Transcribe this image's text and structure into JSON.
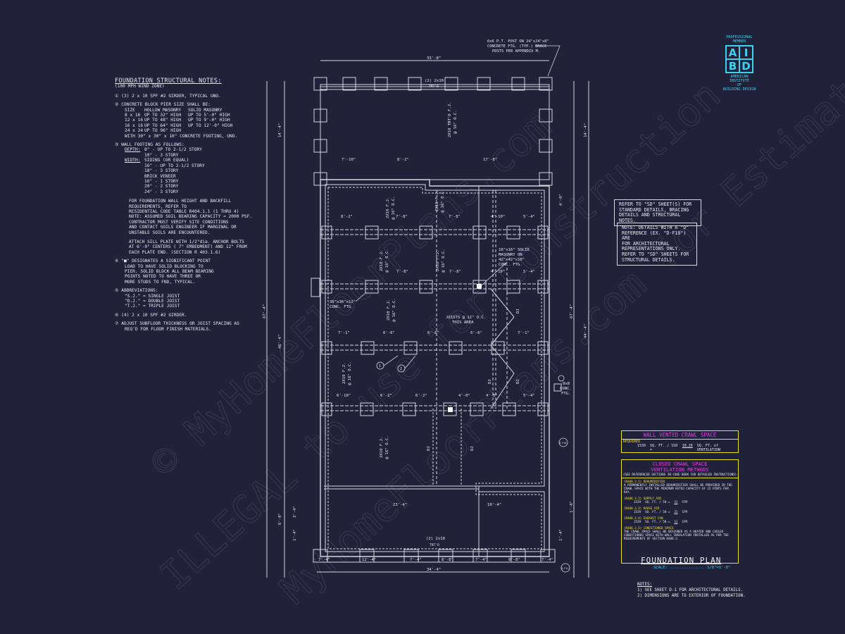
{
  "notes": {
    "title": "FOUNDATION STRUCTURAL NOTES:",
    "subtitle": "(100 MPH WIND ZONE)",
    "n1": "(3) 2 x 10 SPF #2 GIRDER, TYPICAL UNO.",
    "n2": "CONCRETE BLOCK PIER SIZE SHALL BE:",
    "pier_head": [
      "SIZE",
      "HOLLOW MASONRY",
      "SOLID MASONRY"
    ],
    "pier_rows": [
      [
        "8 x 16",
        "UP TO 32\" HIGH",
        "UP TO 5'-0\" HIGH"
      ],
      [
        "12 x 16",
        "UP TO 48\" HIGH",
        "UP TO 9'-0\" HIGH"
      ],
      [
        "16 x 16",
        "UP TO 64\" HIGH",
        "UP TO 12'-0\" HIGH"
      ],
      [
        "24 x 24",
        "UP TO 96\" HIGH",
        ""
      ]
    ],
    "pier_note": "WITH 30\" x 30\" x 10\" CONCRETE FOOTING, UNO.",
    "n3": "WALL FOOTING AS FOLLOWS:",
    "depth_label": "DEPTH:",
    "depth_1": "8\" - UP TO 2-1/2 STORY",
    "depth_2": "10\" - 3 STORY",
    "width_label": "WIDTH:",
    "width_lines": [
      "SIDING (OR EQUAL)",
      "16\" - UP TO 2-1/2 STORY",
      "18\" - 3 STORY",
      "BRICK VENEER",
      "16\" - 1 STORY",
      "20\" - 2 STORY",
      "24\" - 3 STORY"
    ],
    "backfill": [
      "FOR FOUNDATION WALL HEIGHT AND BACKFILL",
      "REQUIREMENTS, REFER TO",
      "RESIDENTIAL CODE TABLE R404.1.1 (1 THRU 4)",
      "NOTE: ASSUMED SOIL BEARING CAPACITY = 2000 PSF.",
      "CONTRACTOR MUST VERIFY SITE CONDITIONS",
      "AND CONTACT SOILS ENGINEER IF MARGINAL OR",
      "UNSTABLE SOILS ARE ENCOUNTERED."
    ],
    "sill": [
      "ATTACH SILL PLATE WITH 1/2\"dia. ANCHOR BOLTS",
      "AT 6'-0\" CENTERS ( 7\" EMBEDMENT) AND 12\" FROM",
      "EACH PLATE END. (SECTION R 403.1.6)"
    ],
    "n4": [
      "\"■\" DESIGNATES A SIGNIFICANT POINT",
      "LOAD TO HAVE SOLID BLOCKING TO",
      "PIER. SOLID BLOCK ALL BEAM BEARING",
      "POINTS NOTED TO HAVE THREE OR",
      "MORE STUDS TO FND, TYPICAL."
    ],
    "n5": "ABBREVIATIONS:",
    "abbr": [
      "\"S.J.\" = SINGLE JOIST",
      "\"D.J.\" = DOUBLE JOIST",
      "\"T.J.\" = TRIPLE JOIST"
    ],
    "n6": "(4) 2 x 10 SPF #2 GIRDER.",
    "n7": [
      "ADJUST SUBFLOOR THICKNESS OR JOIST SPACING AS",
      "REQ'D FOR FLOOR FINISH MATERIALS."
    ]
  },
  "post_callout": [
    "6x6 P.T. POST ON 24\"x24\"x8\"",
    "CONCRETE FTG. (TYP.) BRACE",
    "POSTS PER APPENDIX M."
  ],
  "refer_box": [
    "REFER TO \"SD\" SHEET(S) FOR",
    "STANDARD DETAILS, BRACING",
    "DETAILS AND STRUCTURAL NOTES."
  ],
  "note_box": [
    "NOTE: DETAILS WITH A \"D\"",
    "REFERENCE (EX. \"D-F10\") ARE",
    "FOR ARCHITECTURAL",
    "REPRESENTATIONS ONLY.",
    "REFER TO \"SD\" SHEETS FOR",
    "STRUCTURAL DETAILS."
  ],
  "wall_vent": {
    "title": "WALL VENTED CRAWL SPACE",
    "required": "REQUIRED",
    "area": "1539",
    "unit1": "SQ. FT. / 150 =",
    "result": "10.26",
    "unit2": "SQ. FT. of VENTILATION"
  },
  "closed_crawl": {
    "title1": "CLOSED CRAWL SPACE",
    "title2": "VENTILATION METHODS",
    "subtitle": "(SEE REFERENCED SECTIONS IN CODE BOOK FOR DETAILED INSTRUCTIONS)",
    "m1_label": "(R408.3.1) DEHUMIDIFIER",
    "m1_text": [
      "A PERMANENTLY INSTALLED DEHUMIDIFIER SHALL BE PROVIDED IN THE",
      "CRAWL SPACE WITH THE MINIMUM RATED CAPACITY OF 15 PINTS PER DAY."
    ],
    "m2_label": "(R408.3.2) SUPPLY AIR",
    "m2_calc": [
      "1539",
      "SQ. FT. / 50 =",
      "31",
      "CFM"
    ],
    "m3_label": "(R408.3.3) HOUSE AIR",
    "m3_calc": [
      "1539",
      "SQ. FT. / 50 =",
      "31",
      "CFM"
    ],
    "m4_label": "(R408.3.4) EXHAUST FAN",
    "m4_calc": [
      "1539",
      "SQ. FT. / 50 =",
      "31",
      "CFM"
    ],
    "m5_label": "(R408.3.5) CONDITIONED SPACE",
    "m5_text": [
      "THE CRAWL SPACE SHALL BE DESIGNED AS A HEATED AND COOLED",
      "CONDITIONED SPACE WITH WALL INSULATION INSTALLED AS PER THE",
      "REQUIREMENTS OF SECTION R408.2."
    ]
  },
  "plan_title": "FOUNDATION PLAN",
  "plan_scale": "SCALE: ............... 1/8\"=1'-0\"",
  "footer_notes": {
    "head": "NOTES:",
    "lines": [
      "1)  SEE SHEET D-1 FOR ARCHITECTURAL DETAILS.",
      "2)  DIMENSIONS ARE TO EXTERIOR OF FOUNDATION."
    ]
  },
  "logo": {
    "top": [
      "PROFESSIONAL",
      "MEMBER"
    ],
    "letters": [
      "A",
      "I",
      "B",
      "D"
    ],
    "bottom": [
      "AMERICAN INSTITUTE",
      "OF",
      "BUILDING DESIGN"
    ]
  },
  "plan": {
    "top_overall": "33'-8\"",
    "bottom_overall": "34'-4\"",
    "girder_top": "(2) 2x10",
    "girder_top_sub": "TRT'D",
    "girder_bot": "(2) 2x10",
    "girder_bot_sub": "TRT'D",
    "deck_joist": "2X10 TRT'D F.J.",
    "deck_joist_sub": "@ 16\" O.C.",
    "dim_row_a": [
      "7'-10\"",
      "8'-2\"",
      "17'-8\""
    ],
    "dim_row_b": [
      "8'-2\"",
      "7'-8\"",
      "7'-8\"",
      "4'-10\"",
      "5'-4\""
    ],
    "dim_row_c": [
      "7'-8\"",
      "7'-8\"",
      "4'-10\"",
      "5'-4\""
    ],
    "dim_row_d": [
      "7'-1\"",
      "6'-6\"",
      "6'-6\"",
      "6'-6\"",
      "7'-1\""
    ],
    "dim_row_e": [
      "6'-10\"",
      "6'-2\"",
      "6'-2\"",
      "4'-0\"",
      "4'-0\"",
      "5'-4\""
    ],
    "dim_bottom": [
      "7'-4\"",
      "12'-4\"",
      "7'-4\"",
      "8'-8\"",
      "7'-4\"",
      "8'-8\"",
      "7'-4\""
    ],
    "dim_inner_bot": [
      "23'-4\"",
      "10'-4\""
    ],
    "left_dims": [
      "14'-4\"",
      "46'-4\"",
      "67'-4\"",
      "6'-8\"",
      "3'-4\"",
      "1'-4\""
    ],
    "right_dims": [
      "14'-4\"",
      "44'-4\"",
      "67'-4\"",
      "1'-4\"",
      "4'-0\"",
      "1'-4\""
    ],
    "joist_labels": [
      "2X10 F.J.",
      "@ 16\" O.C."
    ],
    "dj": "DJ",
    "masonry_note": [
      "16\"x16\" SOLID",
      "MASONRY ON",
      "42\"x42\"x10\"",
      "CONC. FTG."
    ],
    "conc_ftg": [
      "36\"x36\"x12\"",
      "CONC. FTG."
    ],
    "joists_note": [
      "JOISTS @ 12\" O.C.",
      "THIS AREA"
    ],
    "ftg_8x8": [
      "8x8",
      "CONC.",
      "FTG."
    ],
    "callouts": [
      "1",
      "2",
      "D-F10",
      "D-F11"
    ]
  },
  "watermark": {
    "w1": "© MyHomeFloorPlans.com",
    "w2": "ILLEGAL to use for Construction",
    "w3": "MyHomeFloorPlans.com for Estimates"
  }
}
